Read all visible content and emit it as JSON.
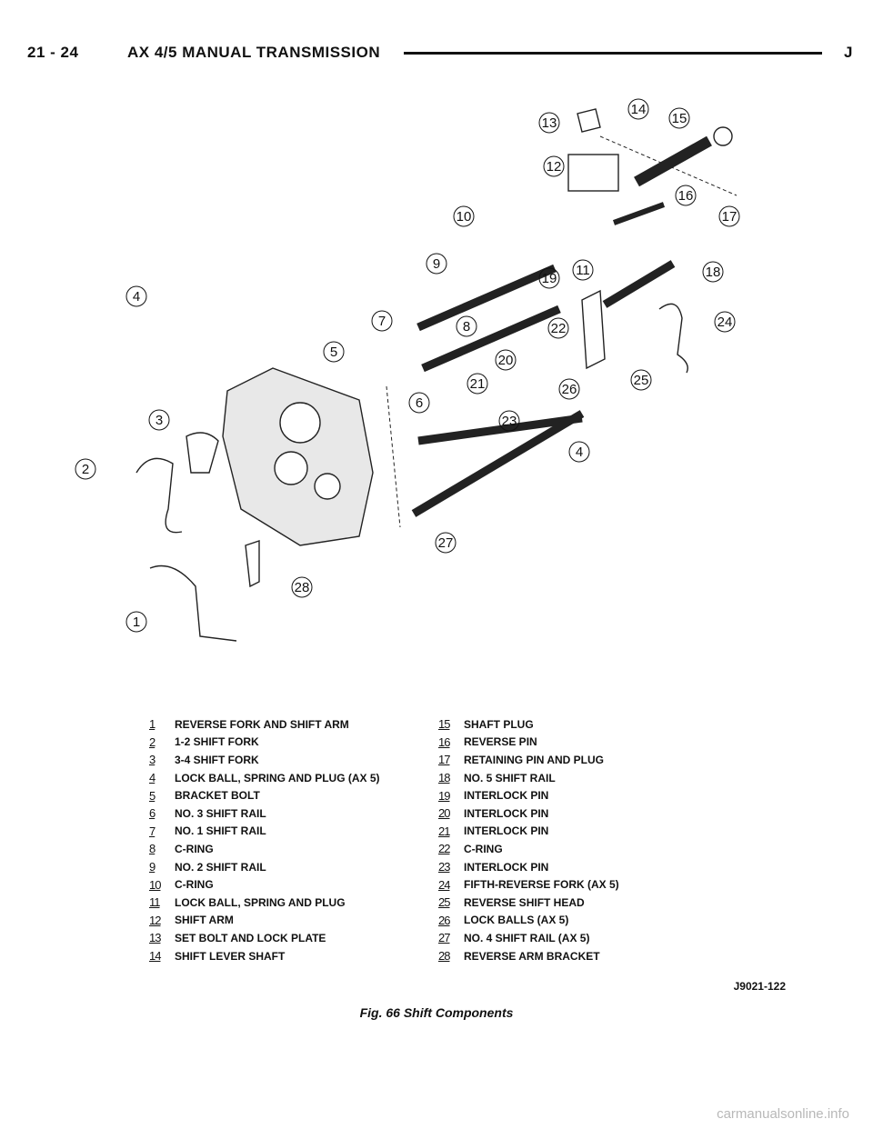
{
  "header": {
    "page": "21 - 24",
    "title": "AX 4/5 MANUAL TRANSMISSION",
    "letter": "J"
  },
  "legend": [
    {
      "num": "1",
      "label": "REVERSE FORK AND SHIFT ARM"
    },
    {
      "num": "2",
      "label": "1-2 SHIFT FORK"
    },
    {
      "num": "3",
      "label": "3-4 SHIFT FORK"
    },
    {
      "num": "4",
      "label": "LOCK BALL, SPRING AND PLUG (AX 5)"
    },
    {
      "num": "5",
      "label": "BRACKET BOLT"
    },
    {
      "num": "6",
      "label": "NO. 3 SHIFT RAIL"
    },
    {
      "num": "7",
      "label": "NO. 1 SHIFT RAIL"
    },
    {
      "num": "8",
      "label": "C-RING"
    },
    {
      "num": "9",
      "label": "NO. 2 SHIFT RAIL"
    },
    {
      "num": "10",
      "label": "C-RING"
    },
    {
      "num": "11",
      "label": "LOCK BALL, SPRING AND PLUG"
    },
    {
      "num": "12",
      "label": "SHIFT ARM"
    },
    {
      "num": "13",
      "label": "SET BOLT AND LOCK PLATE"
    },
    {
      "num": "14",
      "label": "SHIFT LEVER SHAFT"
    },
    {
      "num": "15",
      "label": "SHAFT PLUG"
    },
    {
      "num": "16",
      "label": "REVERSE PIN"
    },
    {
      "num": "17",
      "label": "RETAINING PIN AND PLUG"
    },
    {
      "num": "18",
      "label": "NO. 5 SHIFT RAIL"
    },
    {
      "num": "19",
      "label": "INTERLOCK PIN"
    },
    {
      "num": "20",
      "label": "INTERLOCK PIN"
    },
    {
      "num": "21",
      "label": "INTERLOCK PIN"
    },
    {
      "num": "22",
      "label": "C-RING"
    },
    {
      "num": "23",
      "label": "INTERLOCK PIN"
    },
    {
      "num": "24",
      "label": "FIFTH-REVERSE FORK (AX 5)"
    },
    {
      "num": "25",
      "label": "REVERSE SHIFT HEAD"
    },
    {
      "num": "26",
      "label": "LOCK BALLS (AX 5)"
    },
    {
      "num": "27",
      "label": "NO. 4 SHIFT RAIL (AX 5)"
    },
    {
      "num": "28",
      "label": "REVERSE ARM BRACKET"
    }
  ],
  "callouts": [
    "1",
    "2",
    "3",
    "4",
    "4",
    "5",
    "6",
    "7",
    "8",
    "9",
    "10",
    "11",
    "12",
    "13",
    "14",
    "15",
    "16",
    "17",
    "18",
    "19",
    "20",
    "21",
    "22",
    "23",
    "24",
    "25",
    "26",
    "27",
    "28"
  ],
  "figure_ref": "J9021-122",
  "caption": "Fig. 66 Shift Components",
  "watermark": "carmanualsonline.info"
}
